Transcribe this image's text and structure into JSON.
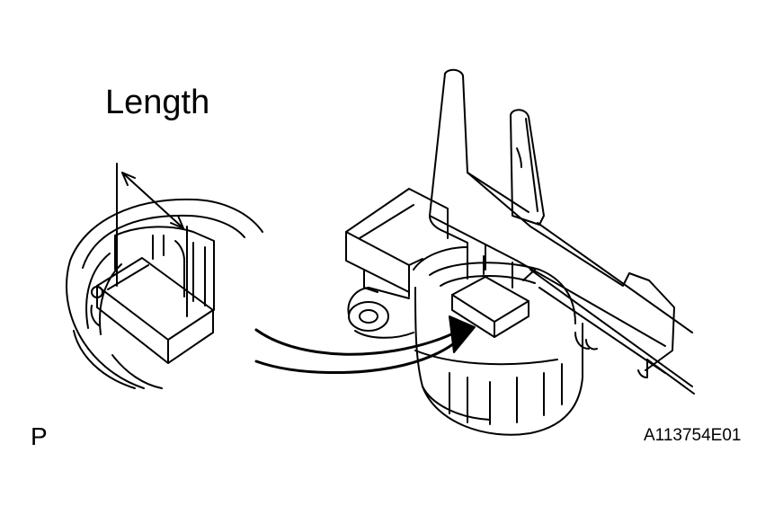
{
  "labels": {
    "length": "Length",
    "view_code": "P",
    "figure_id": "A113754E01"
  },
  "colors": {
    "ink": "#000000",
    "paper": "#ffffff"
  },
  "icons": [
    "brush-closeup-icon",
    "brush-holder-with-caliper-icon",
    "curved-arrow-icon",
    "dimension-arrow-icon"
  ]
}
